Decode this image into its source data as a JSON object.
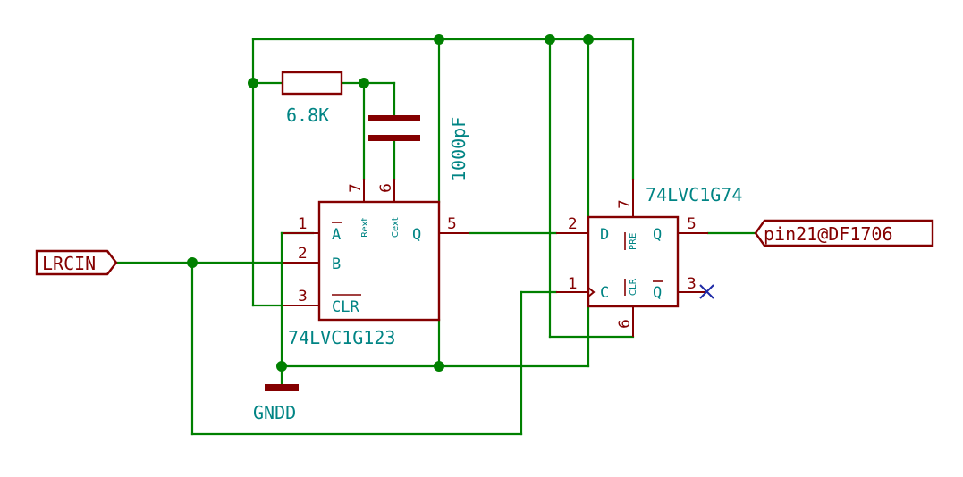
{
  "components": {
    "resistor": {
      "value": "6.8K"
    },
    "capacitor": {
      "value": "1000pF"
    },
    "u1": {
      "part": "74LVC1G123",
      "pins": {
        "a": {
          "num": "1",
          "name": "A"
        },
        "b": {
          "num": "2",
          "name": "B"
        },
        "clr": {
          "num": "3",
          "name": "CLR"
        },
        "q": {
          "num": "5",
          "name": "Q"
        },
        "cext": {
          "num": "6",
          "name": "Cext"
        },
        "rext": {
          "num": "7",
          "name": "Rext"
        }
      }
    },
    "u2": {
      "part": "74LVC1G74",
      "pins": {
        "d": {
          "num": "2",
          "name": "D"
        },
        "c": {
          "num": "1",
          "name": "C"
        },
        "q": {
          "num": "5",
          "name": "Q"
        },
        "qbar": {
          "num": "3",
          "name": "Q"
        },
        "pre": {
          "num": "7",
          "name": "PRE"
        },
        "clr": {
          "num": "6",
          "name": "CLR"
        }
      }
    },
    "power": {
      "name": "GNDD"
    }
  },
  "ports": {
    "input": {
      "label": "LRCIN"
    },
    "output": {
      "label": "pin21@DF1706"
    }
  },
  "colors": {
    "wire": "#008000",
    "component": "#840000",
    "text": "#008484",
    "no_connect": "#1f2aa6"
  }
}
